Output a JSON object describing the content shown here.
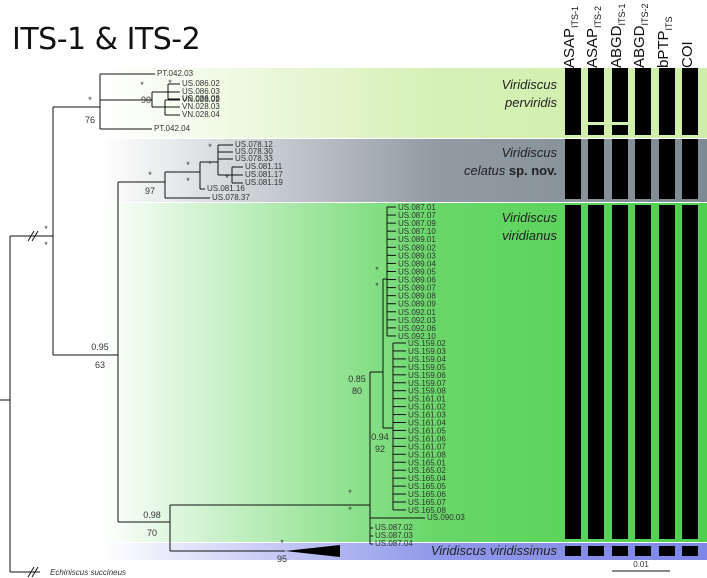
{
  "title": "ITS-1 & ITS-2",
  "clades": {
    "perviridis": {
      "genus": "Viridiscus",
      "species": "perviridis",
      "color": "#cfeea9"
    },
    "celatus": {
      "genus": "Viridiscus",
      "species": "celatus",
      "suffix": "sp. nov.",
      "color": "#7e8a93"
    },
    "viridianus": {
      "genus": "Viridiscus",
      "species": "viridianus",
      "color": "#4ed04e"
    },
    "viridissimus": {
      "label": "Viridiscus viridissimus",
      "color": "#7d86e6"
    }
  },
  "columns": [
    {
      "main": "ASAP",
      "sub": "ITS-1"
    },
    {
      "main": "ASAP",
      "sub": "ITS-2"
    },
    {
      "main": "ABGD",
      "sub": "ITS-1"
    },
    {
      "main": "ABGD",
      "sub": "ITS-2"
    },
    {
      "main": "bPTP",
      "sub": "ITS"
    },
    {
      "main": "COI",
      "sub": ""
    }
  ],
  "taxa": {
    "perviridis": [
      "PT.042.03",
      "US.086.02",
      "US.086.03",
      "US.086.06",
      "VN.028.02",
      "VN.028.03",
      "VN.028.04",
      "PT.042.04"
    ],
    "celatus": [
      "US.078.12",
      "US.078.30",
      "US.078.33",
      "US.081.11",
      "US.081.17",
      "US.081.19",
      "US.081.16",
      "US.078.37"
    ],
    "viridianus_a": [
      "US.087.01",
      "US.087.07",
      "US.087.09",
      "US.087.10",
      "US.089.01",
      "US.089.02",
      "US.089.03",
      "US.089.04",
      "US.089.05",
      "US.089.06",
      "US.089.07",
      "US.089.08",
      "US.089.09",
      "US.092.01",
      "US.092.03",
      "US.092.06",
      "US.092.10"
    ],
    "viridianus_b": [
      "US.159.02",
      "US.159.03",
      "US.159.04",
      "US.159.05",
      "US.159.06",
      "US.159.07",
      "US.159.08",
      "US.161.01",
      "US.161.02",
      "US.161.03",
      "US.161.04",
      "US.161.05",
      "US.161.06",
      "US.161.07",
      "US.161.08",
      "US.165.01",
      "US.165.02",
      "US.165.04",
      "US.165.05",
      "US.165.06",
      "US.165.07",
      "US.165.08"
    ],
    "viridianus_c": [
      "US.090.03"
    ],
    "viridianus_d": [
      "US.087.02",
      "US.087.03",
      "US.087.04"
    ],
    "outgroup": "Echiniscus succineus"
  },
  "support": {
    "root_top": "*",
    "root_bot": "*",
    "perv_top": "*",
    "perv_bot": "76",
    "perv_in_top": "*",
    "perv_in_bot": "90",
    "perv_in2": "*",
    "cel_top": "*",
    "cel_bot": "97",
    "cel_in_top": "*",
    "cel_in_bot": "*",
    "cel_in2_top": "*",
    "cel_in2_bot": "*",
    "cel_in3": "*",
    "vir_main_top": "0.95",
    "vir_main_bot": "63",
    "vir_a_top": "*",
    "vir_a_bot": "*",
    "vir_ab_top": "0.85",
    "vir_ab_bot": "80",
    "vir_b_top": "0.94",
    "vir_b_bot": "92",
    "vir_abc_top": "*",
    "vir_abc_bot": "*",
    "vir_all_top": "0.98",
    "vir_all_bot": "70",
    "viss_top": "*",
    "viss_bot": "95"
  },
  "scale": "0.01"
}
